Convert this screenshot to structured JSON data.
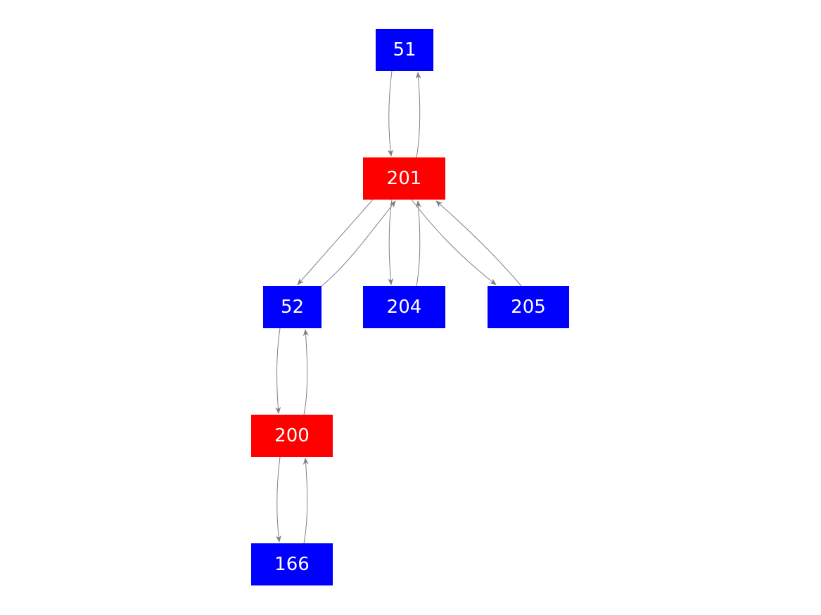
{
  "colors": {
    "blue": "#0000ff",
    "red": "#ff0000",
    "edge": "#808080"
  },
  "nodes": [
    {
      "id": "51",
      "label": "51",
      "color": "blue"
    },
    {
      "id": "201",
      "label": "201",
      "color": "red"
    },
    {
      "id": "52",
      "label": "52",
      "color": "blue"
    },
    {
      "id": "204",
      "label": "204",
      "color": "blue"
    },
    {
      "id": "205",
      "label": "205",
      "color": "blue"
    },
    {
      "id": "200",
      "label": "200",
      "color": "red"
    },
    {
      "id": "166",
      "label": "166",
      "color": "blue"
    }
  ],
  "edges": [
    {
      "from": "51",
      "to": "201"
    },
    {
      "from": "201",
      "to": "51"
    },
    {
      "from": "201",
      "to": "52"
    },
    {
      "from": "52",
      "to": "201"
    },
    {
      "from": "201",
      "to": "204"
    },
    {
      "from": "204",
      "to": "201"
    },
    {
      "from": "201",
      "to": "205"
    },
    {
      "from": "205",
      "to": "201"
    },
    {
      "from": "52",
      "to": "200"
    },
    {
      "from": "200",
      "to": "52"
    },
    {
      "from": "200",
      "to": "166"
    },
    {
      "from": "166",
      "to": "200"
    }
  ]
}
